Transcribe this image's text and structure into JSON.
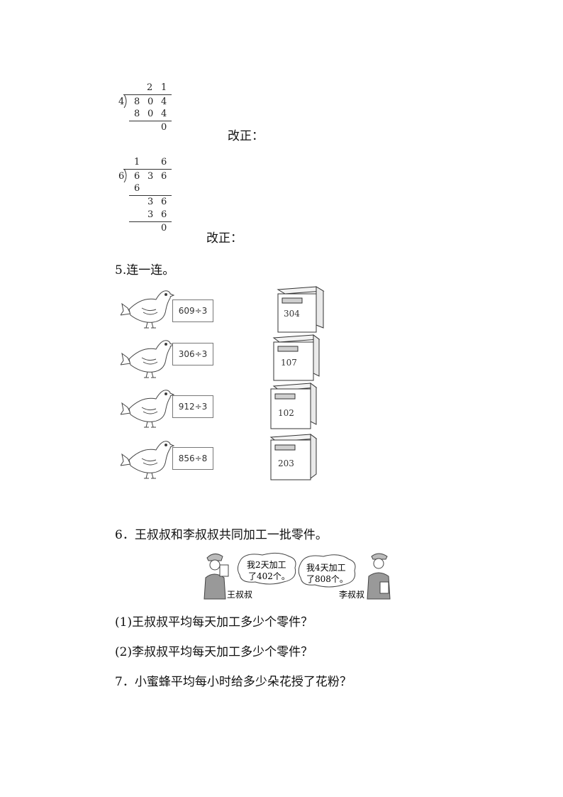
{
  "division1": {
    "divisor": "4",
    "quotient": [
      "2",
      "1"
    ],
    "dividend": [
      "8",
      "0",
      "4"
    ],
    "product": [
      "8",
      "0",
      "4"
    ],
    "remainder": "0",
    "correction_label": "改正："
  },
  "division2": {
    "divisor": "6",
    "quotient": [
      "1",
      "6"
    ],
    "dividend": [
      "6",
      "3",
      "6"
    ],
    "step1": "6",
    "step2": [
      "3",
      "6"
    ],
    "step3": [
      "3",
      "6"
    ],
    "remainder": "0",
    "correction_label": "改正："
  },
  "q5": {
    "title": "5.连一连。",
    "birds": [
      {
        "expr": "609÷3"
      },
      {
        "expr": "306÷3"
      },
      {
        "expr": "912÷3"
      },
      {
        "expr": "856÷8"
      }
    ],
    "boxes": [
      "304",
      "107",
      "102",
      "203"
    ]
  },
  "q6": {
    "title": "6．王叔叔和李叔叔共同加工一批零件。",
    "bubble_left": [
      "我2天加工",
      "了402个。"
    ],
    "bubble_right": [
      "我4天加工",
      "了808个。"
    ],
    "name_left": "王叔叔",
    "name_right": "李叔叔",
    "sub1": "(1)王叔叔平均每天加工多少个零件？",
    "sub2": "(2)李叔叔平均每天加工多少个零件？"
  },
  "q7": {
    "title": "7．小蜜蜂平均每小时给多少朵花授了花粉？"
  }
}
